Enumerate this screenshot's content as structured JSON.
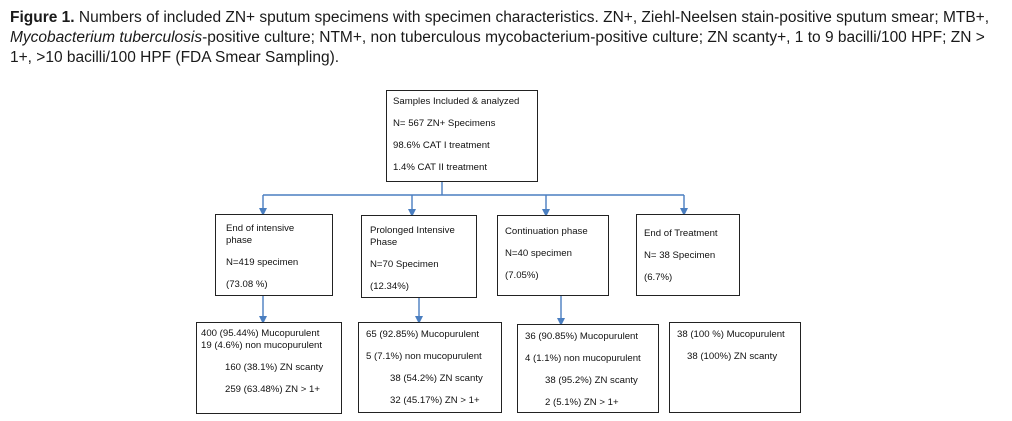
{
  "caption": {
    "label": "Figure 1.",
    "part1": " Numbers of included ZN+ sputum specimens with specimen characteristics. ZN+, Ziehl-Neelsen stain-positive sputum smear; MTB+, ",
    "italic": "Mycobacterium tuberculosis",
    "part2": "-positive culture; NTM+, non tuberculous mycobacterium-positive culture; ZN scanty+, 1 to 9 bacilli/100 HPF; ZN > 1+, >10 bacilli/100 HPF (FDA Smear Sampling)."
  },
  "top": {
    "title": "Samples Included & analyzed",
    "n": "N= 567 ZN+ Specimens",
    "cat1": "98.6% CAT I treatment",
    "cat2": "1.4% CAT II treatment"
  },
  "phases": [
    {
      "name": "End of intensive phase",
      "n": "N=419 specimen",
      "pct": "(73.08 %)"
    },
    {
      "name": "Prolonged Intensive Phase",
      "n": "N=70 Specimen",
      "pct": "(12.34%)"
    },
    {
      "name": "Continuation phase",
      "n": "N=40 specimen",
      "pct": "(7.05%)"
    },
    {
      "name": "End of Treatment",
      "n": "N= 38 Specimen",
      "pct": "(6.7%)"
    }
  ],
  "details": [
    {
      "l1": "400 (95.44%) Mucopurulent",
      "l2": "19 (4.6%) non mucopurulent",
      "l3": "160 (38.1%)  ZN scanty",
      "l4": "259 (63.48%)  ZN > 1+"
    },
    {
      "l1": "65 (92.85%) Mucopurulent",
      "l2": "5 (7.1%) non mucopurulent",
      "l3": "38 (54.2%)  ZN scanty",
      "l4": "32 (45.17%)  ZN > 1+"
    },
    {
      "l1": "36 (90.85%) Mucopurulent",
      "l2": "4 (1.1%) non mucopurulent",
      "l3": "38 (95.2%)  ZN scanty",
      "l4": "2 (5.1%)  ZN > 1+"
    },
    {
      "l1": "38 (100 %) Mucopurulent",
      "l2": "38 (100%)  ZN scanty"
    }
  ],
  "colors": {
    "arrow": "#4a7ec0",
    "line": "#4a7ec0",
    "border": "#222222"
  }
}
